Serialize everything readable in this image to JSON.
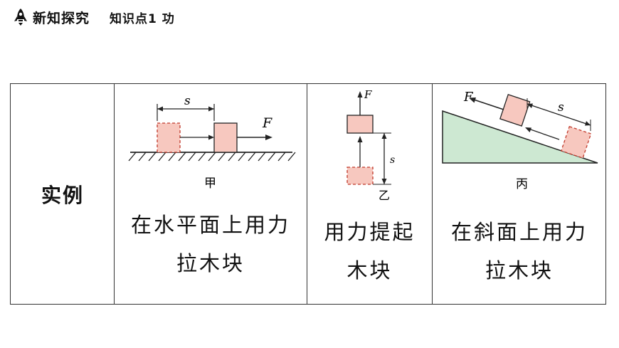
{
  "header": {
    "section_title": "新知探究",
    "topic": "知识点1 功"
  },
  "table": {
    "row_label": "实例",
    "examples": [
      {
        "caption_line1": "在水平面上用力",
        "caption_line2": "拉木块",
        "figure_label": "甲",
        "force_label": "F",
        "distance_label": "s"
      },
      {
        "caption_line1": "用力提起",
        "caption_line2": "木块",
        "figure_label": "乙",
        "force_label": "F",
        "distance_label": "s"
      },
      {
        "caption_line1": "在斜面上用力",
        "caption_line2": "拉木块",
        "figure_label": "丙",
        "force_label": "F",
        "distance_label": "s"
      }
    ]
  },
  "colors": {
    "block_fill": "#f7c8bf",
    "block_stroke": "#c0392b",
    "incline_fill": "#cde8d2",
    "line": "#222222"
  }
}
